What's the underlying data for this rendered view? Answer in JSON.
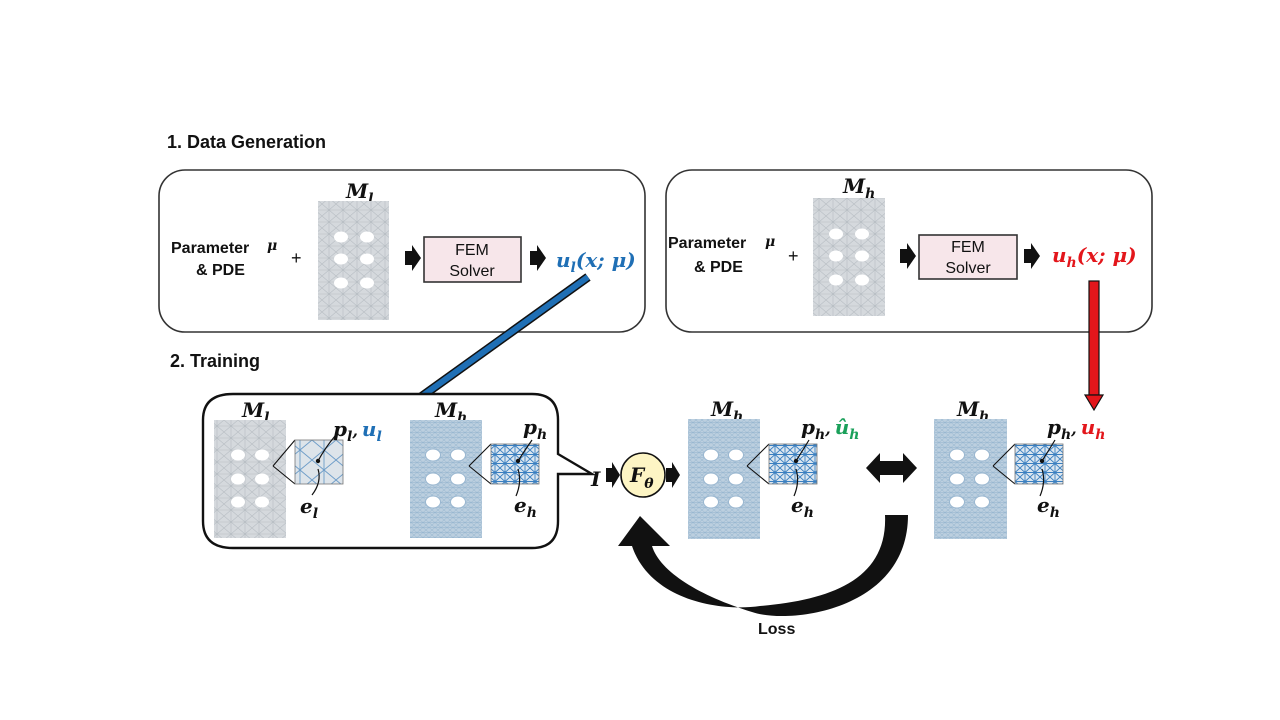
{
  "sections": {
    "data_generation": "1. Data Generation",
    "training": "2. Training"
  },
  "low_panel": {
    "param_line1": "Parameter",
    "param_mu": "μ",
    "param_line2": "& PDE",
    "plus": "+",
    "mesh_label": "M",
    "mesh_sub": "l",
    "solver_line1": "FEM",
    "solver_line2": "Solver",
    "solution": "u",
    "solution_sub": "l",
    "solution_args": "(x; μ)"
  },
  "high_panel": {
    "param_line1": "Parameter",
    "param_mu": "μ",
    "param_line2": "& PDE",
    "plus": "+",
    "mesh_label": "M",
    "mesh_sub": "h",
    "solver_line1": "FEM",
    "solver_line2": "Solver",
    "solution": "u",
    "solution_sub": "h",
    "solution_args": "(x; μ)"
  },
  "training": {
    "bubble_low_mesh": "M",
    "bubble_low_mesh_sub": "l",
    "p_l": "p",
    "p_l_sub": "l",
    "comma": ",",
    "u_l": "u",
    "u_l_sub": "l",
    "e_l": "e",
    "e_l_sub": "l",
    "bubble_high_mesh": "M",
    "bubble_high_mesh_sub": "h",
    "p_h": "p",
    "p_h_sub": "h",
    "e_h": "e",
    "e_h_sub": "h",
    "input": "I",
    "model": "F",
    "model_sub": "θ",
    "pred_mesh": "M",
    "pred_mesh_sub": "h",
    "pred_p": "p",
    "pred_p_sub": "h",
    "pred_u": "û",
    "pred_u_sub": "h",
    "pred_e": "e",
    "pred_e_sub": "h",
    "target_mesh": "M",
    "target_mesh_sub": "h",
    "target_p": "p",
    "target_p_sub": "h",
    "target_u": "u",
    "target_u_sub": "h",
    "target_e": "e",
    "target_e_sub": "h",
    "loss": "Loss"
  },
  "colors": {
    "low_blue": "#1f6fb5",
    "high_red": "#e3161b",
    "pred_green": "#1aa05a",
    "solver_fill": "#f7e6ea",
    "model_fill": "#fdf5c4",
    "mesh_coarse": "#d4d8dc",
    "mesh_fine": "#b3c8da"
  }
}
